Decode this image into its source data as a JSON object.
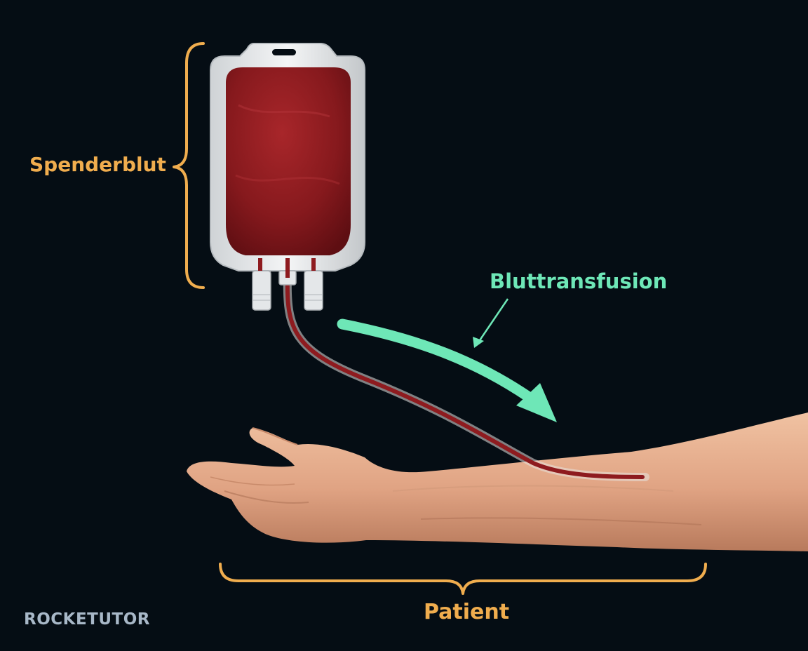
{
  "labels": {
    "donor": "Spenderblut",
    "transfusion": "Bluttransfusion",
    "patient": "Patient"
  },
  "logo": {
    "text": "ROCKETUTOR"
  },
  "colors": {
    "background": "#050d14",
    "bracket": "#f0ad4e",
    "arrow": "#6ee7b7",
    "blood": "#8e1b1f",
    "skin": "#e1a585",
    "logo": "#a8b8c8"
  },
  "icons": [
    "blood-bag-icon",
    "iv-tube-icon",
    "patient-arm-icon",
    "flow-arrow-icon"
  ]
}
